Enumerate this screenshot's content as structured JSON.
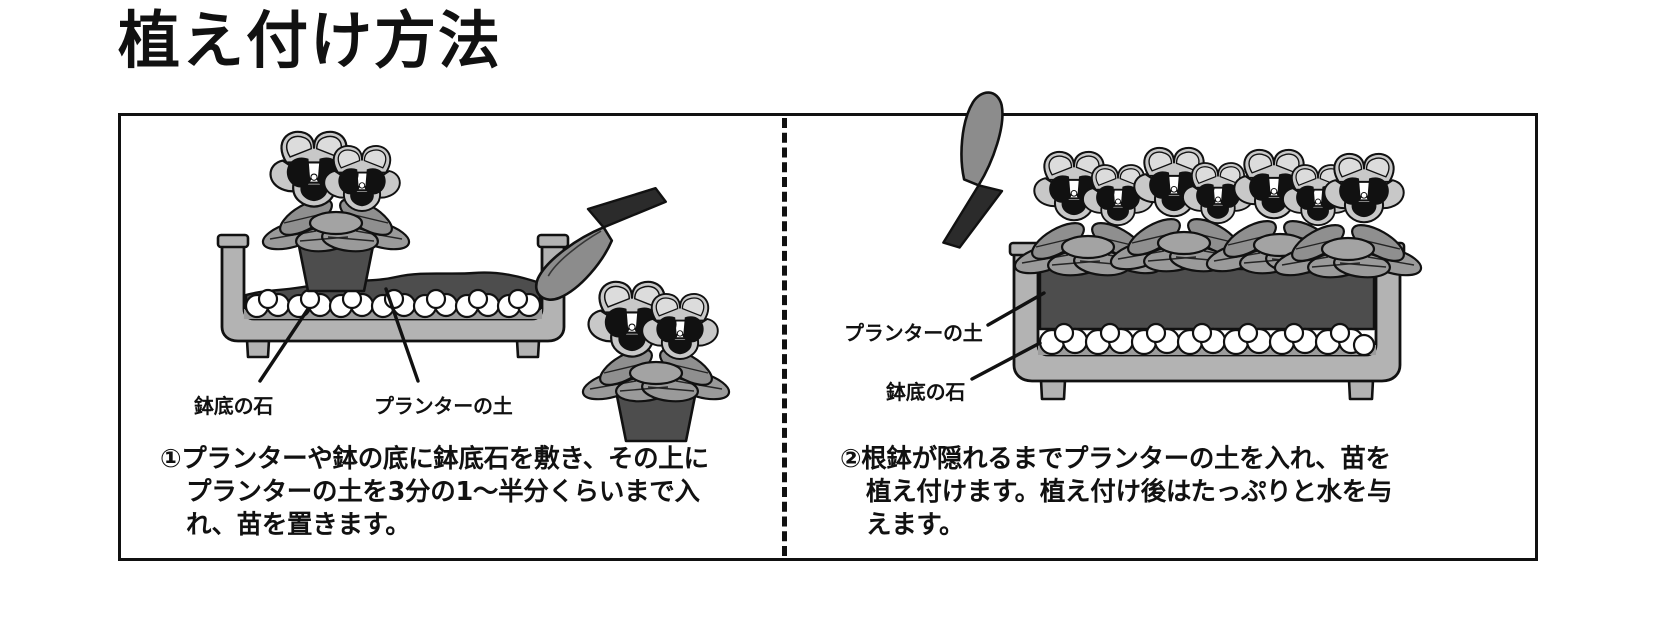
{
  "page": {
    "title": "植え付け方法",
    "background": "#ffffff",
    "ink": "#111111"
  },
  "palette": {
    "outline": "#111111",
    "planter_body": "#b3b3b3",
    "planter_shadow": "#8c8c8c",
    "soil": "#4d4d4d",
    "soil_dark": "#3f3f3f",
    "stone": "#ffffff",
    "leaf": "#9a9a9a",
    "leaf_dark": "#7d7d7d",
    "petal": "#c4c4c4",
    "petal_light": "#d9d9d9",
    "petal_center": "#111111",
    "pot": "#4d4d4d",
    "trowel_blade": "#8c8c8c",
    "trowel_handle": "#2b2b2b"
  },
  "panels": [
    {
      "id": "step-1",
      "labels": [
        {
          "name": "pot-bottom-stones",
          "text": "鉢底の石"
        },
        {
          "name": "planter-soil",
          "text": "プランターの土"
        }
      ],
      "caption": {
        "number": "①",
        "lines": [
          "①プランターや鉢の底に鉢底石を敷き、その上に",
          "プランターの土を3分の1〜半分くらいまで入",
          "れ、苗を置きます。"
        ]
      }
    },
    {
      "id": "step-2",
      "labels": [
        {
          "name": "planter-soil",
          "text": "プランターの土"
        },
        {
          "name": "pot-bottom-stones",
          "text": "鉢底の石"
        }
      ],
      "caption": {
        "number": "②",
        "lines": [
          "②根鉢が隠れるまでプランターの土を入れ、苗を",
          "植え付けます。植え付け後はたっぷりと水を与",
          "えます。"
        ]
      }
    }
  ],
  "icons": {
    "trowel": "trowel-icon",
    "pansy": "pansy-flower-icon",
    "planter": "planter-icon",
    "stones": "drainage-stones-icon"
  }
}
